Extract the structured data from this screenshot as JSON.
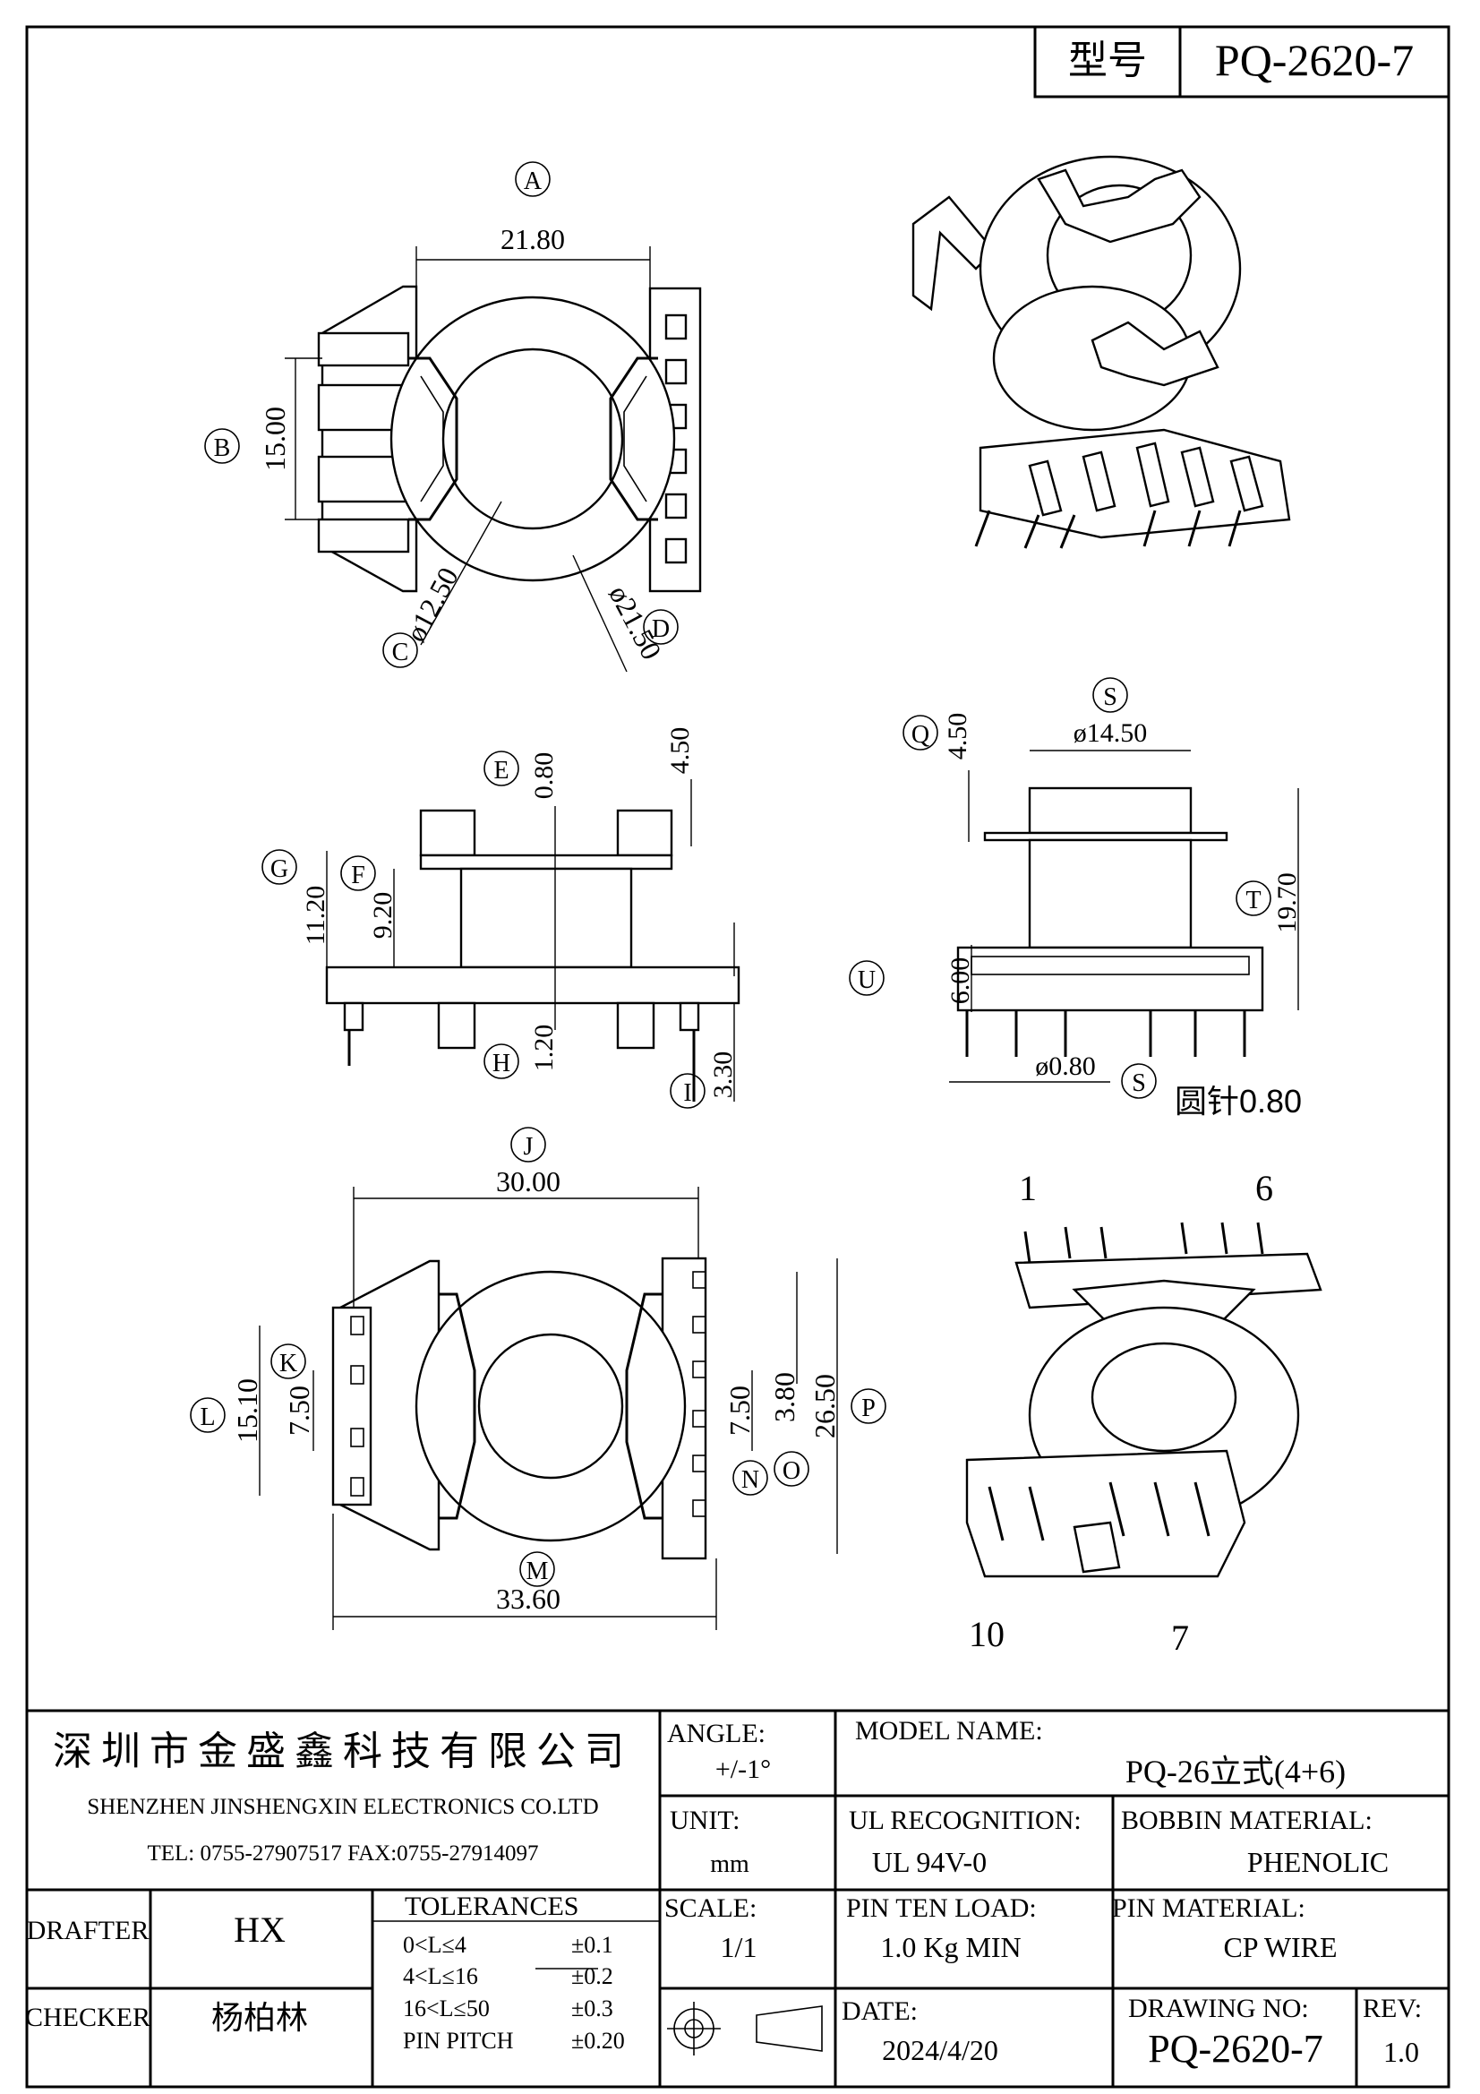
{
  "header": {
    "type_label": "型号",
    "model": "PQ-2620-7"
  },
  "views": {
    "top": {
      "callout_a": "A",
      "callout_b": "B",
      "callout_c": "C",
      "callout_d": "D",
      "dim_width": "21.80",
      "dim_height": "15.00",
      "dim_c": "ø12.50",
      "dim_d": "ø21.50"
    },
    "side": {
      "callout_e": "E",
      "callout_f": "F",
      "callout_g": "G",
      "callout_h": "H",
      "callout_i": "I",
      "dim_e": "0.80",
      "dim_top": "4.50",
      "dim_f": "9.20",
      "dim_g": "11.20",
      "dim_h": "1.20",
      "dim_i": "3.30"
    },
    "front": {
      "callout_q": "Q",
      "callout_s": "S",
      "callout_t": "T",
      "callout_u": "U",
      "callout_s2": "S",
      "dim_q": "4.50",
      "dim_s": "ø14.50",
      "dim_t": "19.70",
      "dim_u": "6.00",
      "dim_pin": "ø0.80",
      "note_pin": "圆针0.80"
    },
    "bottom": {
      "callout_j": "J",
      "callout_k": "K",
      "callout_l": "L",
      "callout_m": "M",
      "callout_n": "N",
      "callout_o": "O",
      "callout_p": "P",
      "dim_j": "30.00",
      "dim_k": "7.50",
      "dim_l": "15.10",
      "dim_m": "33.60",
      "dim_n": "7.50",
      "dim_o": "3.80",
      "dim_p": "26.50"
    },
    "iso_bottom": {
      "pin_1": "1",
      "pin_6": "6",
      "pin_10": "10",
      "pin_7": "7"
    }
  },
  "title_block": {
    "company_cn": "深圳市金盛鑫科技有限公司",
    "company_en": "SHENZHEN JINSHENGXIN ELECTRONICS CO.LTD",
    "contact": "TEL: 0755-27907517   FAX:0755-27914097",
    "angle_label": "ANGLE:",
    "angle_value": "+/-1°",
    "model_name_label": "MODEL NAME:",
    "model_name_value": "PQ-26立式(4+6)",
    "unit_label": "UNIT:",
    "unit_value": "mm",
    "ul_label": "UL RECOGNITION:",
    "ul_value": "UL 94V-0",
    "bobbin_label": "BOBBIN MATERIAL:",
    "bobbin_value": "PHENOLIC",
    "drafter_label": "DRAFTER",
    "drafter_value": "HX",
    "tolerances_label": "TOLERANCES",
    "tolerances": [
      {
        "range": "0<L≤4",
        "value": "±0.1"
      },
      {
        "range": "4<L≤16",
        "value": "±0.2"
      },
      {
        "range": "16<L≤50",
        "value": "±0.3"
      },
      {
        "range": "PIN PITCH",
        "value": "±0.20"
      }
    ],
    "scale_label": "SCALE:",
    "scale_value": "1/1",
    "pin_load_label": "PIN TEN LOAD:",
    "pin_load_value": "1.0 Kg MIN",
    "pin_material_label": "PIN MATERIAL:",
    "pin_material_value": "CP WIRE",
    "checker_label": "CHECKER",
    "checker_value": "杨柏林",
    "date_label": "DATE:",
    "date_value": "2024/4/20",
    "drawing_no_label": "DRAWING NO:",
    "drawing_no_value": "PQ-2620-7",
    "rev_label": "REV:",
    "rev_value": "1.0"
  }
}
